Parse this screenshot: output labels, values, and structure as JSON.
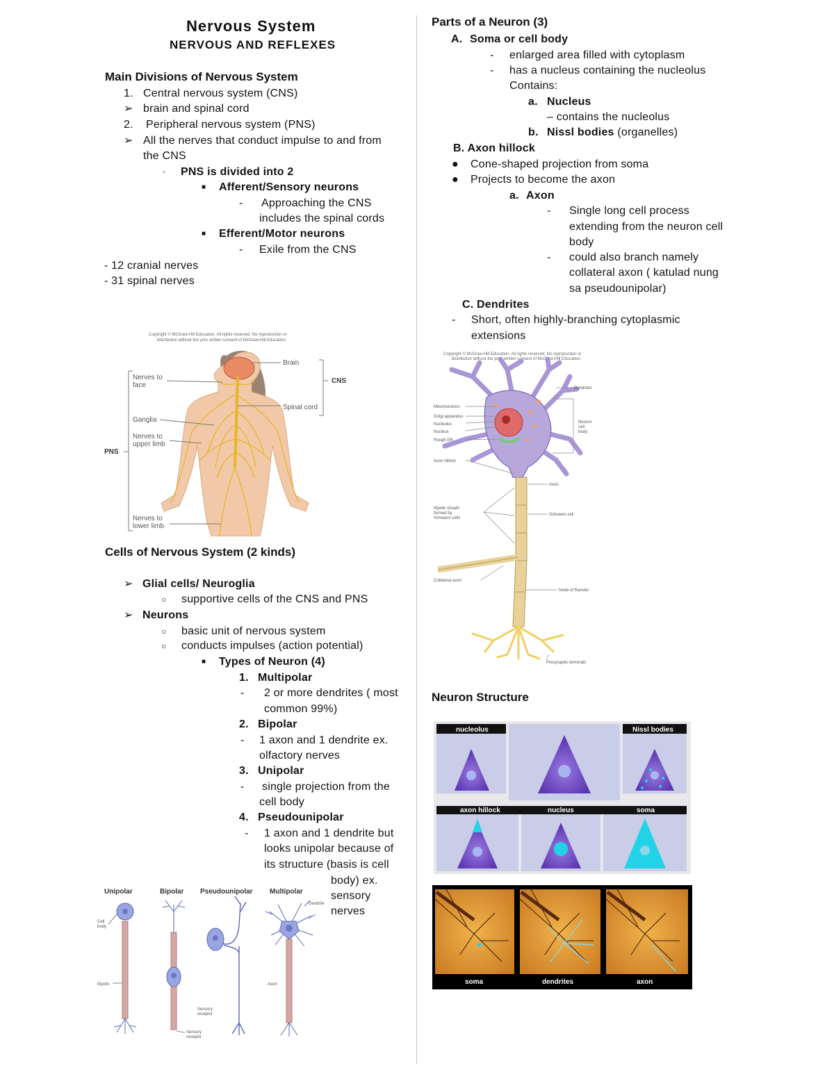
{
  "title": "Nervous System",
  "subtitle": "NERVOUS AND REFLEXES",
  "main_divisions": {
    "heading": "Main Divisions of Nervous System",
    "cns_num": "1.",
    "cns": "Central nervous system (CNS)",
    "cns_desc": "brain and spinal cord",
    "pns_num": "2.",
    "pns": "Peripheral nervous system (PNS)",
    "pns_desc_1": "All the nerves that conduct impulse to and from",
    "pns_desc_2": "the CNS",
    "pns_divided": "PNS is divided into 2",
    "afferent": "Afferent/Sensory neurons",
    "afferent_desc_1": "Approaching the CNS",
    "afferent_desc_2": "includes the spinal cords",
    "efferent": "Efferent/Motor neurons",
    "efferent_desc": "Exile from the CNS",
    "cranial": "- 12 cranial nerves",
    "spinal": "- 31 spinal nerves"
  },
  "body_figure": {
    "copyright_1": "Copyright © McGraw-Hill Education.  All rights reserved. No reproduction or",
    "copyright_2": "distribution without the prior written consent of McGraw-Hill Education.",
    "brain": "Brain",
    "cns": "CNS",
    "spinal_cord": "Spinal cord",
    "nerves_face_1": "Nerves to",
    "nerves_face_2": "face",
    "ganglia": "Ganglia",
    "nerves_upper_1": "Nerves to",
    "nerves_upper_2": "upper limb",
    "pns": "PNS",
    "nerves_lower_1": "Nerves to",
    "nerves_lower_2": "lower limb"
  },
  "cells": {
    "heading": "Cells of Nervous System (2 kinds)",
    "glial": "Glial cells/ Neuroglia",
    "glial_desc": "supportive cells of the CNS and PNS",
    "neurons": "Neurons",
    "neurons_desc_1": "basic unit of nervous system",
    "neurons_desc_2": "conducts impulses (action potential)",
    "types": "Types of Neuron (4)",
    "multipolar": "Multipolar",
    "multipolar_desc_1": "2 or more dendrites ( most",
    "multipolar_desc_2": "common 99%)",
    "bipolar": "Bipolar",
    "bipolar_desc_1": "1 axon and 1 dendrite ex.",
    "bipolar_desc_2": "olfactory nerves",
    "unipolar": "Unipolar",
    "unipolar_desc_1": "single projection from the",
    "unipolar_desc_2": "cell body",
    "pseudounipolar": "Pseudounipolar",
    "pseudo_desc_1": "1 axon and 1 dendrite but",
    "pseudo_desc_2": "looks unipolar because of",
    "pseudo_desc_3": "its structure (basis is cell",
    "pseudo_desc_4": "body) ex.",
    "pseudo_desc_5": "sensory",
    "pseudo_desc_6": "nerves"
  },
  "neuron_types_figure": {
    "unipolar": "Unipolar",
    "bipolar": "Bipolar",
    "pseudounipolar": "Pseudounipolar",
    "multipolar": "Multipolar",
    "dendrite": "Dendrite",
    "cell_body_1": "Cell",
    "cell_body_2": "body",
    "myelin": "Myelin",
    "axon": "Axon",
    "sensory_receptor_1a": "Sensory",
    "sensory_receptor_1b": "receptor",
    "sensory_receptor_2a": "Sensory",
    "sensory_receptor_2b": "receptor"
  },
  "parts": {
    "heading": "Parts of a Neuron (3)",
    "soma": "Soma or cell body",
    "soma_desc_1": "enlarged area filled with cytoplasm",
    "soma_desc_2": "has a nucleus containing the nucleolus",
    "contains": "Contains:",
    "nucleus": "Nucleus",
    "nucleus_desc": "– contains the nucleolus",
    "nissl": "Nissl bodies",
    "nissl_desc": "(organelles)",
    "axon_hillock": "B. Axon hillock",
    "hillock_desc_1": "Cone-shaped projection from soma",
    "hillock_desc_2": "Projects to become the axon",
    "axon": "Axon",
    "axon_desc_1": "Single long cell process",
    "axon_desc_2": "extending from the neuron cell",
    "axon_desc_3": "body",
    "axon_desc_4": "could also branch namely",
    "axon_desc_5": "collateral axon ( katulad nung",
    "axon_desc_6": "sa pseudounipolar)",
    "dendrites": "C. Dendrites",
    "dendrites_desc_1": "Short, often highly-branching cytoplasmic",
    "dendrites_desc_2": "extensions"
  },
  "neuron_figure": {
    "copyright_1": "Copyright © McGraw-Hill Education.  All rights reserved. No reproduction or",
    "copyright_2": "distribution without the prior written consent of McGraw-Hill Education.",
    "dendrites": "Dendrites",
    "mitochondrion": "Mitochondrion",
    "golgi": "Golgi apparatus",
    "nucleolus": "Nucleolus",
    "nucleus": "Nucleus",
    "rough_er": "Rough ER",
    "neuron_cell_body_1": "Neuron",
    "neuron_cell_body_2": "cell",
    "neuron_cell_body_3": "body",
    "axon_hillock": "Axon hillock",
    "axon": "Axon",
    "myelin_1": "Myelin sheath",
    "myelin_2": "formed by",
    "myelin_3": "Schwann cells",
    "schwann": "Schwann cell",
    "collateral": "Collateral axon",
    "node": "Node of Ranvier",
    "presynaptic": "Presynaptic terminals"
  },
  "neuron_structure": {
    "heading": "Neuron Structure",
    "panels_top": [
      "nucleolus",
      "Nissl bodies"
    ],
    "panels_mid": [
      "axon hillock",
      "nucleus",
      "soma"
    ],
    "panels_bottom": [
      "soma",
      "dendrites",
      "axon"
    ]
  },
  "colors": {
    "nerve": "#e8b52a",
    "neuron_body": "#b7a8dc",
    "nucleus_red": "#d9534f",
    "stain_purple": "#7a52c8",
    "cyan": "#22d3e8",
    "orange_bg": "#e8a03c"
  }
}
